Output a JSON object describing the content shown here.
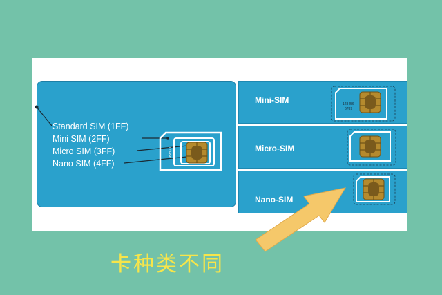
{
  "diagram": {
    "sim_labels": [
      "Standard SIM (1FF)",
      "Mini SIM (2FF)",
      "Micro SIM (3FF)",
      "Nano SIM (4FF)"
    ],
    "rows": [
      {
        "label": "Mini-SIM",
        "card_text_1": "123456",
        "card_text_2": "6789"
      },
      {
        "label": "Micro-SIM"
      },
      {
        "label": "Nano-SIM"
      }
    ],
    "caption": "卡种类不同",
    "colors": {
      "background": "#73c2a9",
      "card_blue": "#2aa1cc",
      "chip_gold": "#b58a2e",
      "arrow": "#f5c86a",
      "caption": "#f7e54a"
    }
  }
}
